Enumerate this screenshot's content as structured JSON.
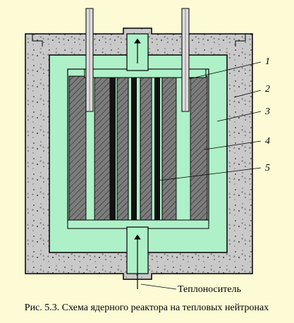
{
  "figure": {
    "caption": "Рис. 5.3. Схема ядерного реактора на тепловых нейтронах",
    "coolant_label": "Теплоноситель",
    "callout_labels": [
      "1",
      "2",
      "3",
      "4",
      "5"
    ]
  },
  "colors": {
    "background": "#fcfbd6",
    "concrete": "#c9c9c9",
    "moderator": "#aef0c8",
    "fuel": "#7c7c7c",
    "control_rod": "#111111",
    "outline": "#000000"
  }
}
